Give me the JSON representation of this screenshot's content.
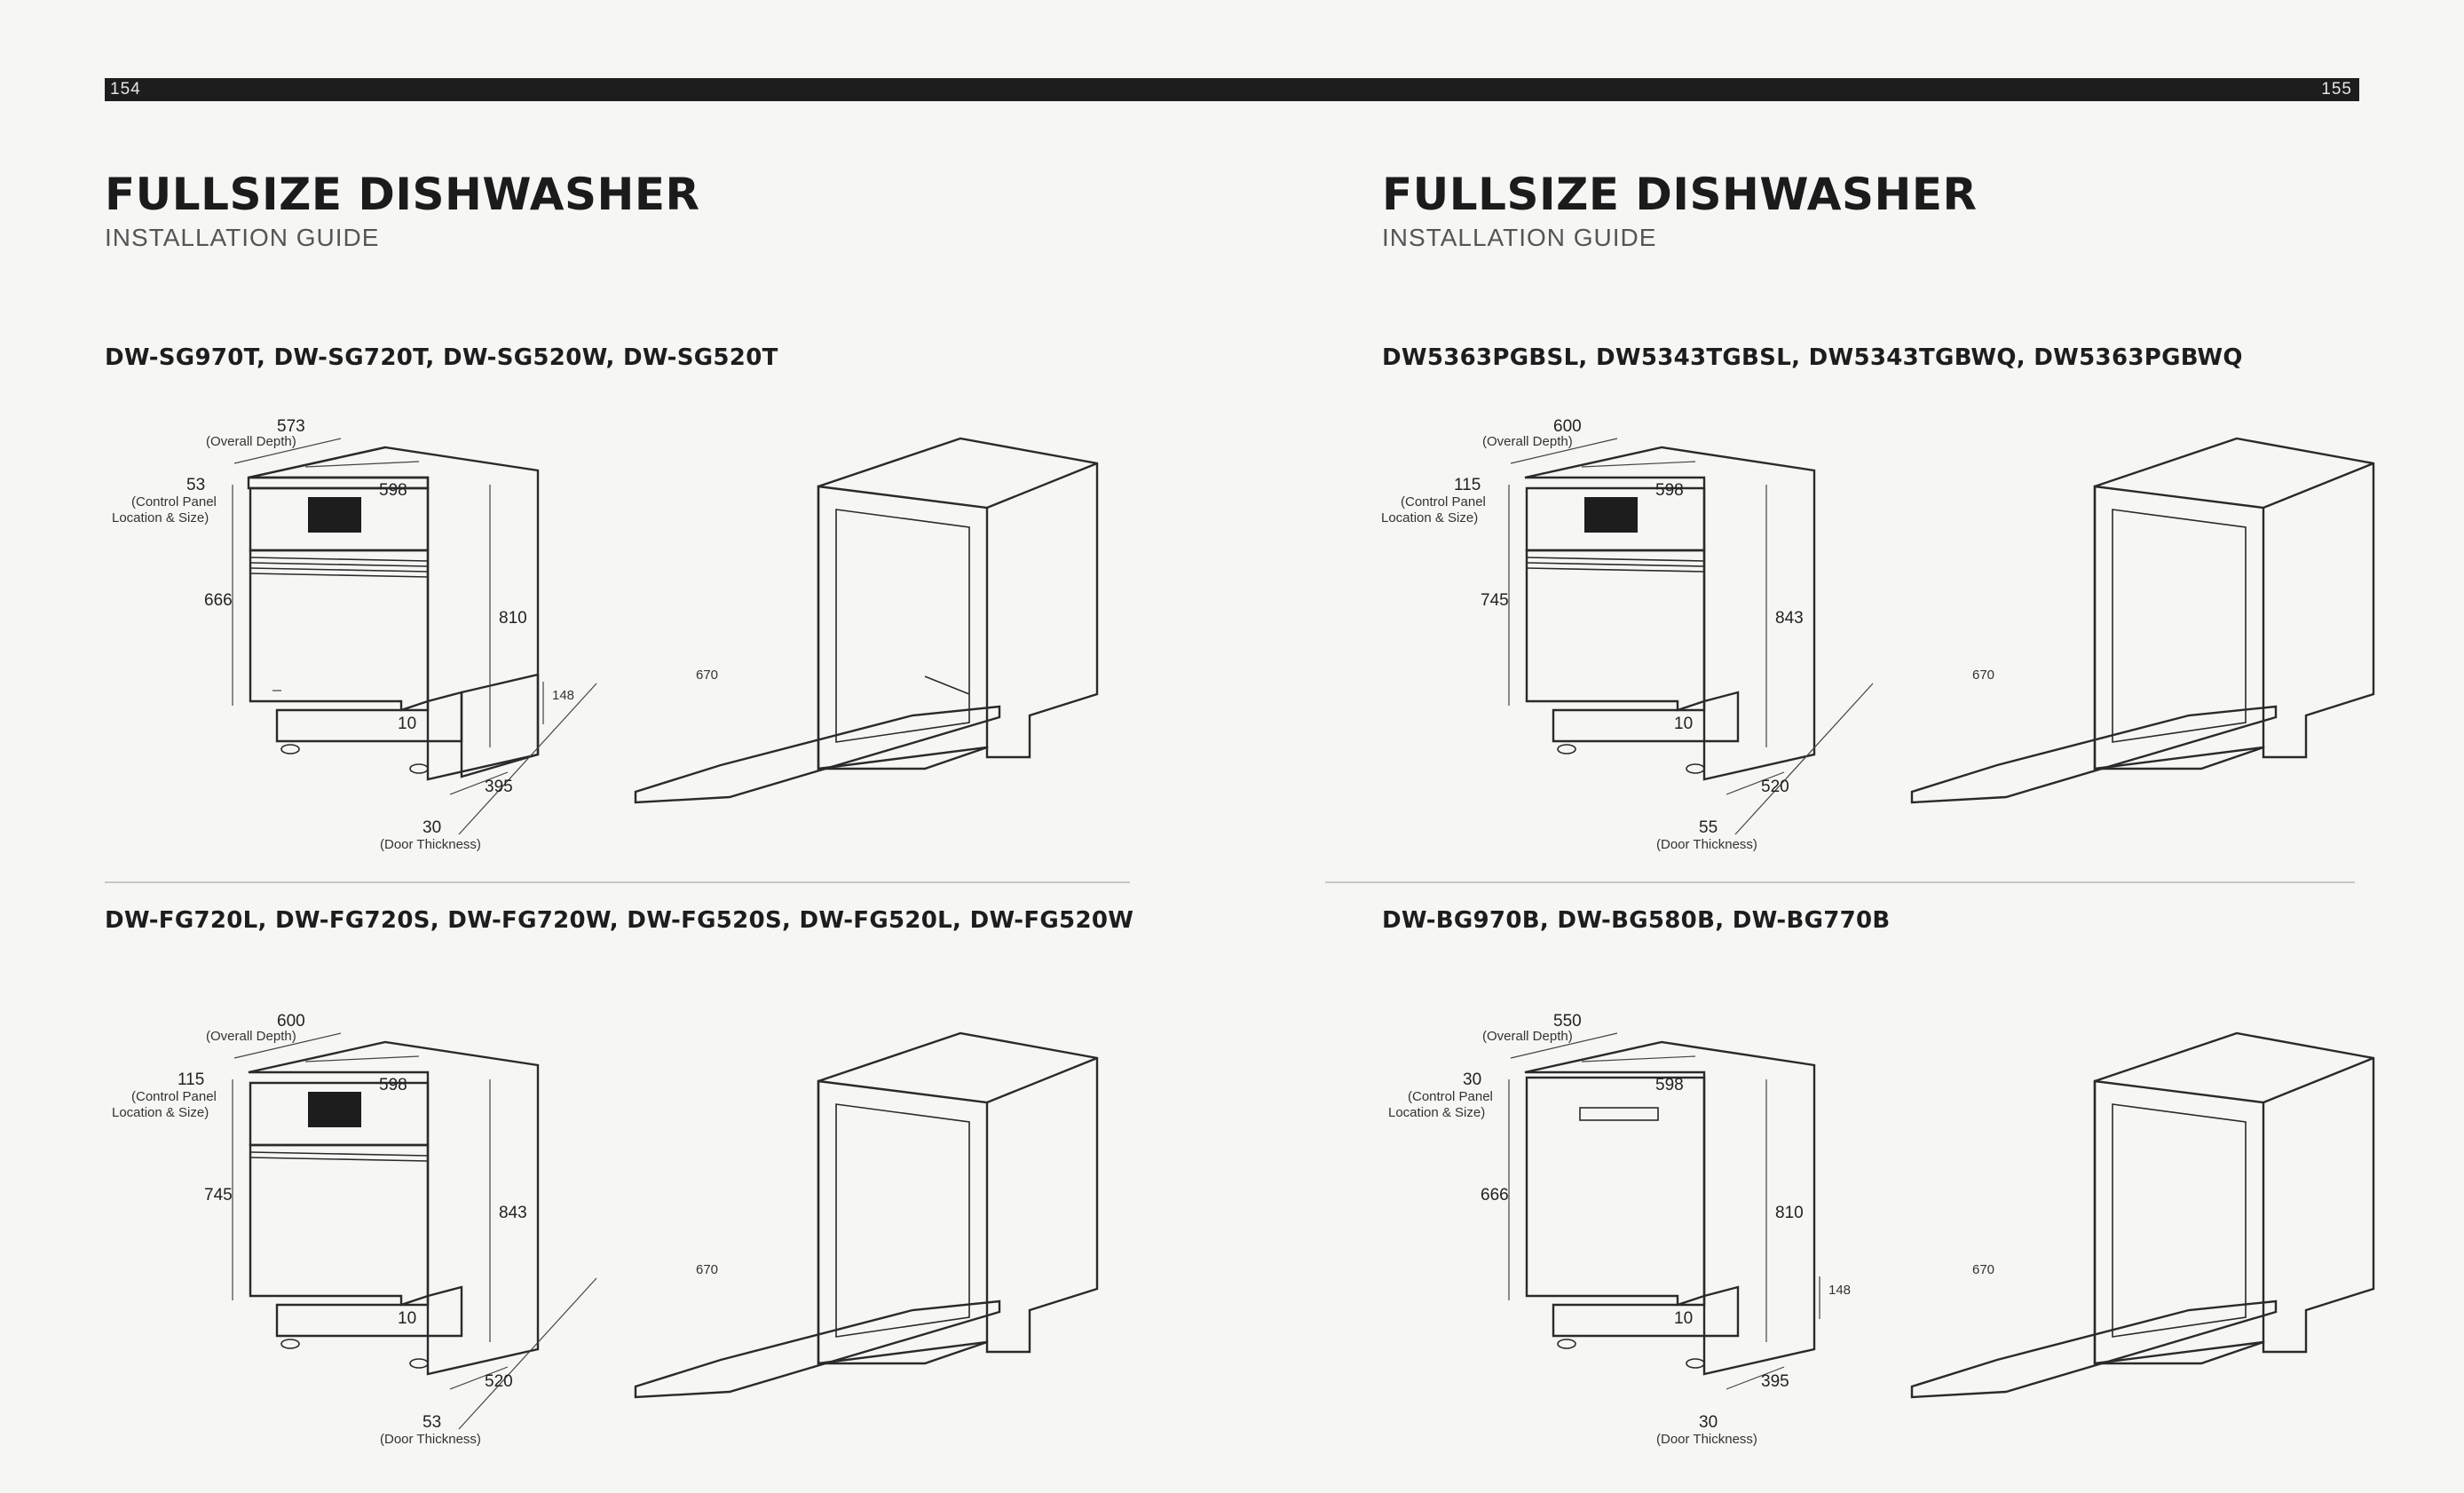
{
  "header": {
    "page_left": "154",
    "page_right": "155"
  },
  "left_page": {
    "title": "FULLSIZE DISHWASHER",
    "subtitle": "INSTALLATION GUIDE"
  },
  "right_page": {
    "title": "FULLSIZE DISHWASHER",
    "subtitle": "INSTALLATION GUIDE"
  },
  "sections": [
    {
      "models": "DW-SG970T, DW-SG720T, DW-SG520W, DW-SG520T",
      "depth": "573",
      "depth_label": "(Overall Depth)",
      "width": "598",
      "panel": "53",
      "panel_label_1": "(Control Panel",
      "panel_label_2": "Location & Size)",
      "front_h": "666",
      "total_h": "810",
      "plinth": "148",
      "foot": "10",
      "side": "395",
      "door": "30",
      "door_label": "(Door Thickness)",
      "open": "670"
    },
    {
      "models": "DW5363PGBSL, DW5343TGBSL, DW5343TGBWQ, DW5363PGBWQ",
      "depth": "600",
      "depth_label": "(Overall Depth)",
      "width": "598",
      "panel": "115",
      "panel_label_1": "(Control Panel",
      "panel_label_2": "Location & Size)",
      "front_h": "745",
      "total_h": "843",
      "plinth": "",
      "foot": "10",
      "side": "520",
      "door": "55",
      "door_label": "(Door Thickness)",
      "open": "670"
    },
    {
      "models": "DW-FG720L, DW-FG720S, DW-FG720W, DW-FG520S, DW-FG520L, DW-FG520W",
      "depth": "600",
      "depth_label": "(Overall Depth)",
      "width": "598",
      "panel": "115",
      "panel_label_1": "(Control Panel",
      "panel_label_2": "Location & Size)",
      "front_h": "745",
      "total_h": "843",
      "plinth": "",
      "foot": "10",
      "side": "520",
      "door": "53",
      "door_label": "(Door Thickness)",
      "open": "670"
    },
    {
      "models": "DW-BG970B, DW-BG580B, DW-BG770B",
      "depth": "550",
      "depth_label": "(Overall Depth)",
      "width": "598",
      "panel": "30",
      "panel_label_1": "(Control Panel",
      "panel_label_2": "Location & Size)",
      "front_h": "666",
      "total_h": "810",
      "plinth": "148",
      "foot": "10",
      "side": "395",
      "door": "30",
      "door_label": "(Door Thickness)",
      "open": "670"
    }
  ]
}
